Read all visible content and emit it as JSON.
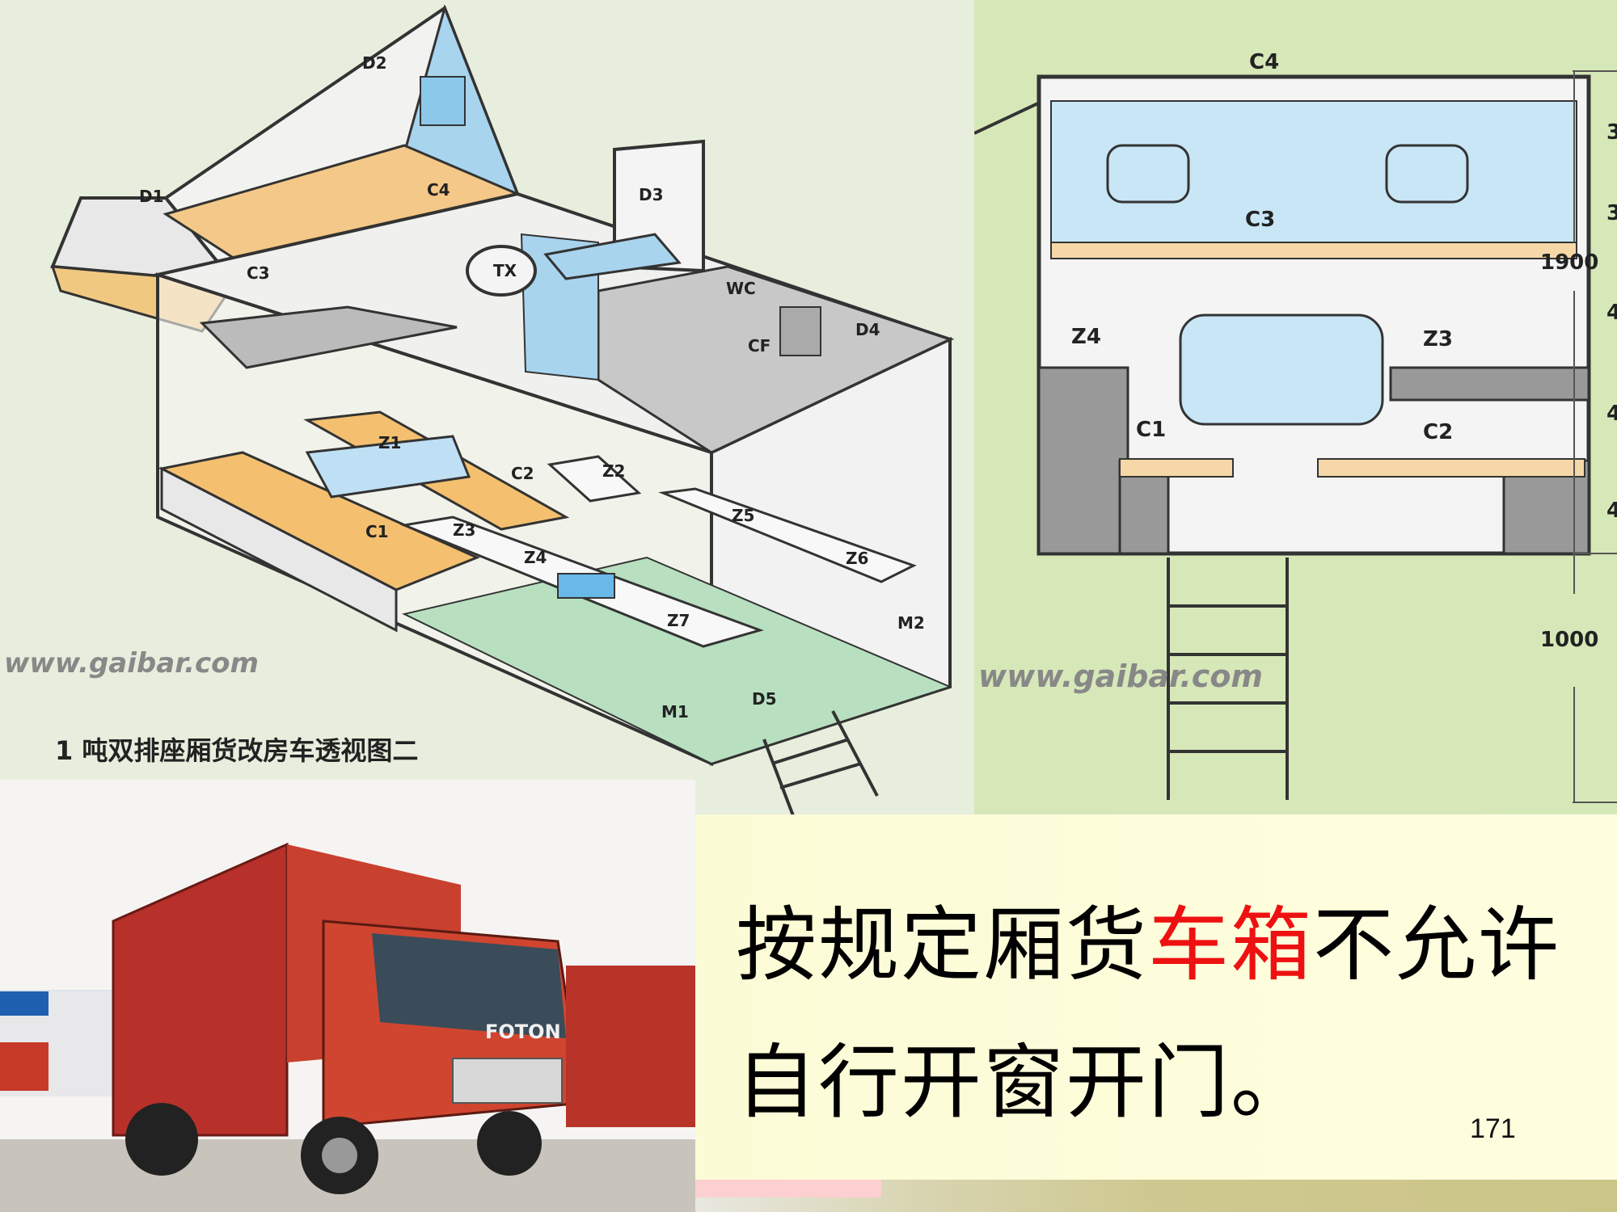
{
  "perspective_diagram": {
    "caption": "1 吨双排座厢货改房车透视图二",
    "watermark": "www.gaibar.com",
    "labels": [
      "D1",
      "D2",
      "C3",
      "C4",
      "D3",
      "TX",
      "WC",
      "CF",
      "D4",
      "Z1",
      "C2",
      "Z2",
      "C1",
      "Z3",
      "Z4",
      "Z5",
      "Z6",
      "Z7",
      "M2",
      "M1",
      "D5"
    ]
  },
  "elevation_diagram": {
    "watermark": "www.gaibar.com",
    "labels": [
      "C4",
      "C3",
      "Z4",
      "Z3",
      "C1",
      "C2"
    ],
    "dimensions": [
      "1900",
      "1000"
    ],
    "partial_dimensions": [
      "3",
      "3",
      "4",
      "4",
      "4"
    ]
  },
  "truck_photo": {
    "brand": "FOTON"
  },
  "slide_text": {
    "line1_before": "按规定厢货",
    "line1_highlight": "车箱",
    "line1_after": "不允许",
    "line2": "自行开窗开门。",
    "page_number": "171"
  },
  "colors": {
    "highlight": "#ee1111",
    "textbox_bg": "#ffffe0",
    "diagram_bg_left": "#e8eedd",
    "diagram_bg_right": "#d6e8b8"
  }
}
